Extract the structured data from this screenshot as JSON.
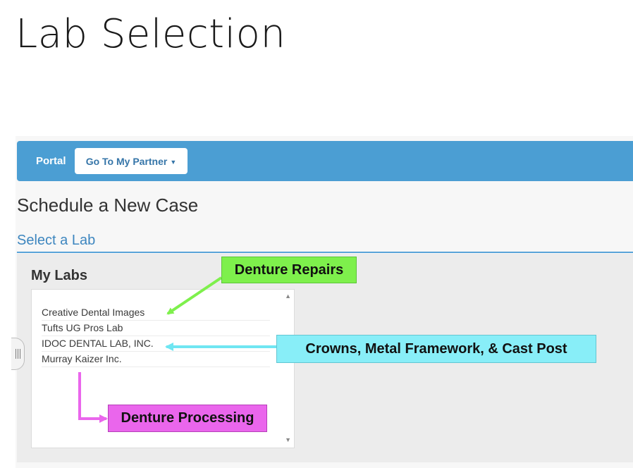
{
  "slide": {
    "title": "Lab Selection"
  },
  "navbar": {
    "portal_label": "Portal",
    "partner_button_label": "Go To My Partner"
  },
  "page": {
    "heading": "Schedule a New Case",
    "tab_label": "Select a Lab"
  },
  "my_labs": {
    "heading": "My Labs",
    "items": [
      "Creative Dental Images",
      "Tufts UG Pros Lab",
      "IDOC DENTAL LAB, INC.",
      "Murray Kaizer Inc."
    ]
  },
  "annotations": {
    "denture_repairs": "Denture Repairs",
    "crowns": "Crowns, Metal Framework, & Cast Post",
    "denture_processing": "Denture Processing"
  },
  "colors": {
    "navbar": "#4b9ed3",
    "green_callout": "#7ef04c",
    "cyan_callout": "#88eef8",
    "magenta_callout": "#ea66ec"
  }
}
